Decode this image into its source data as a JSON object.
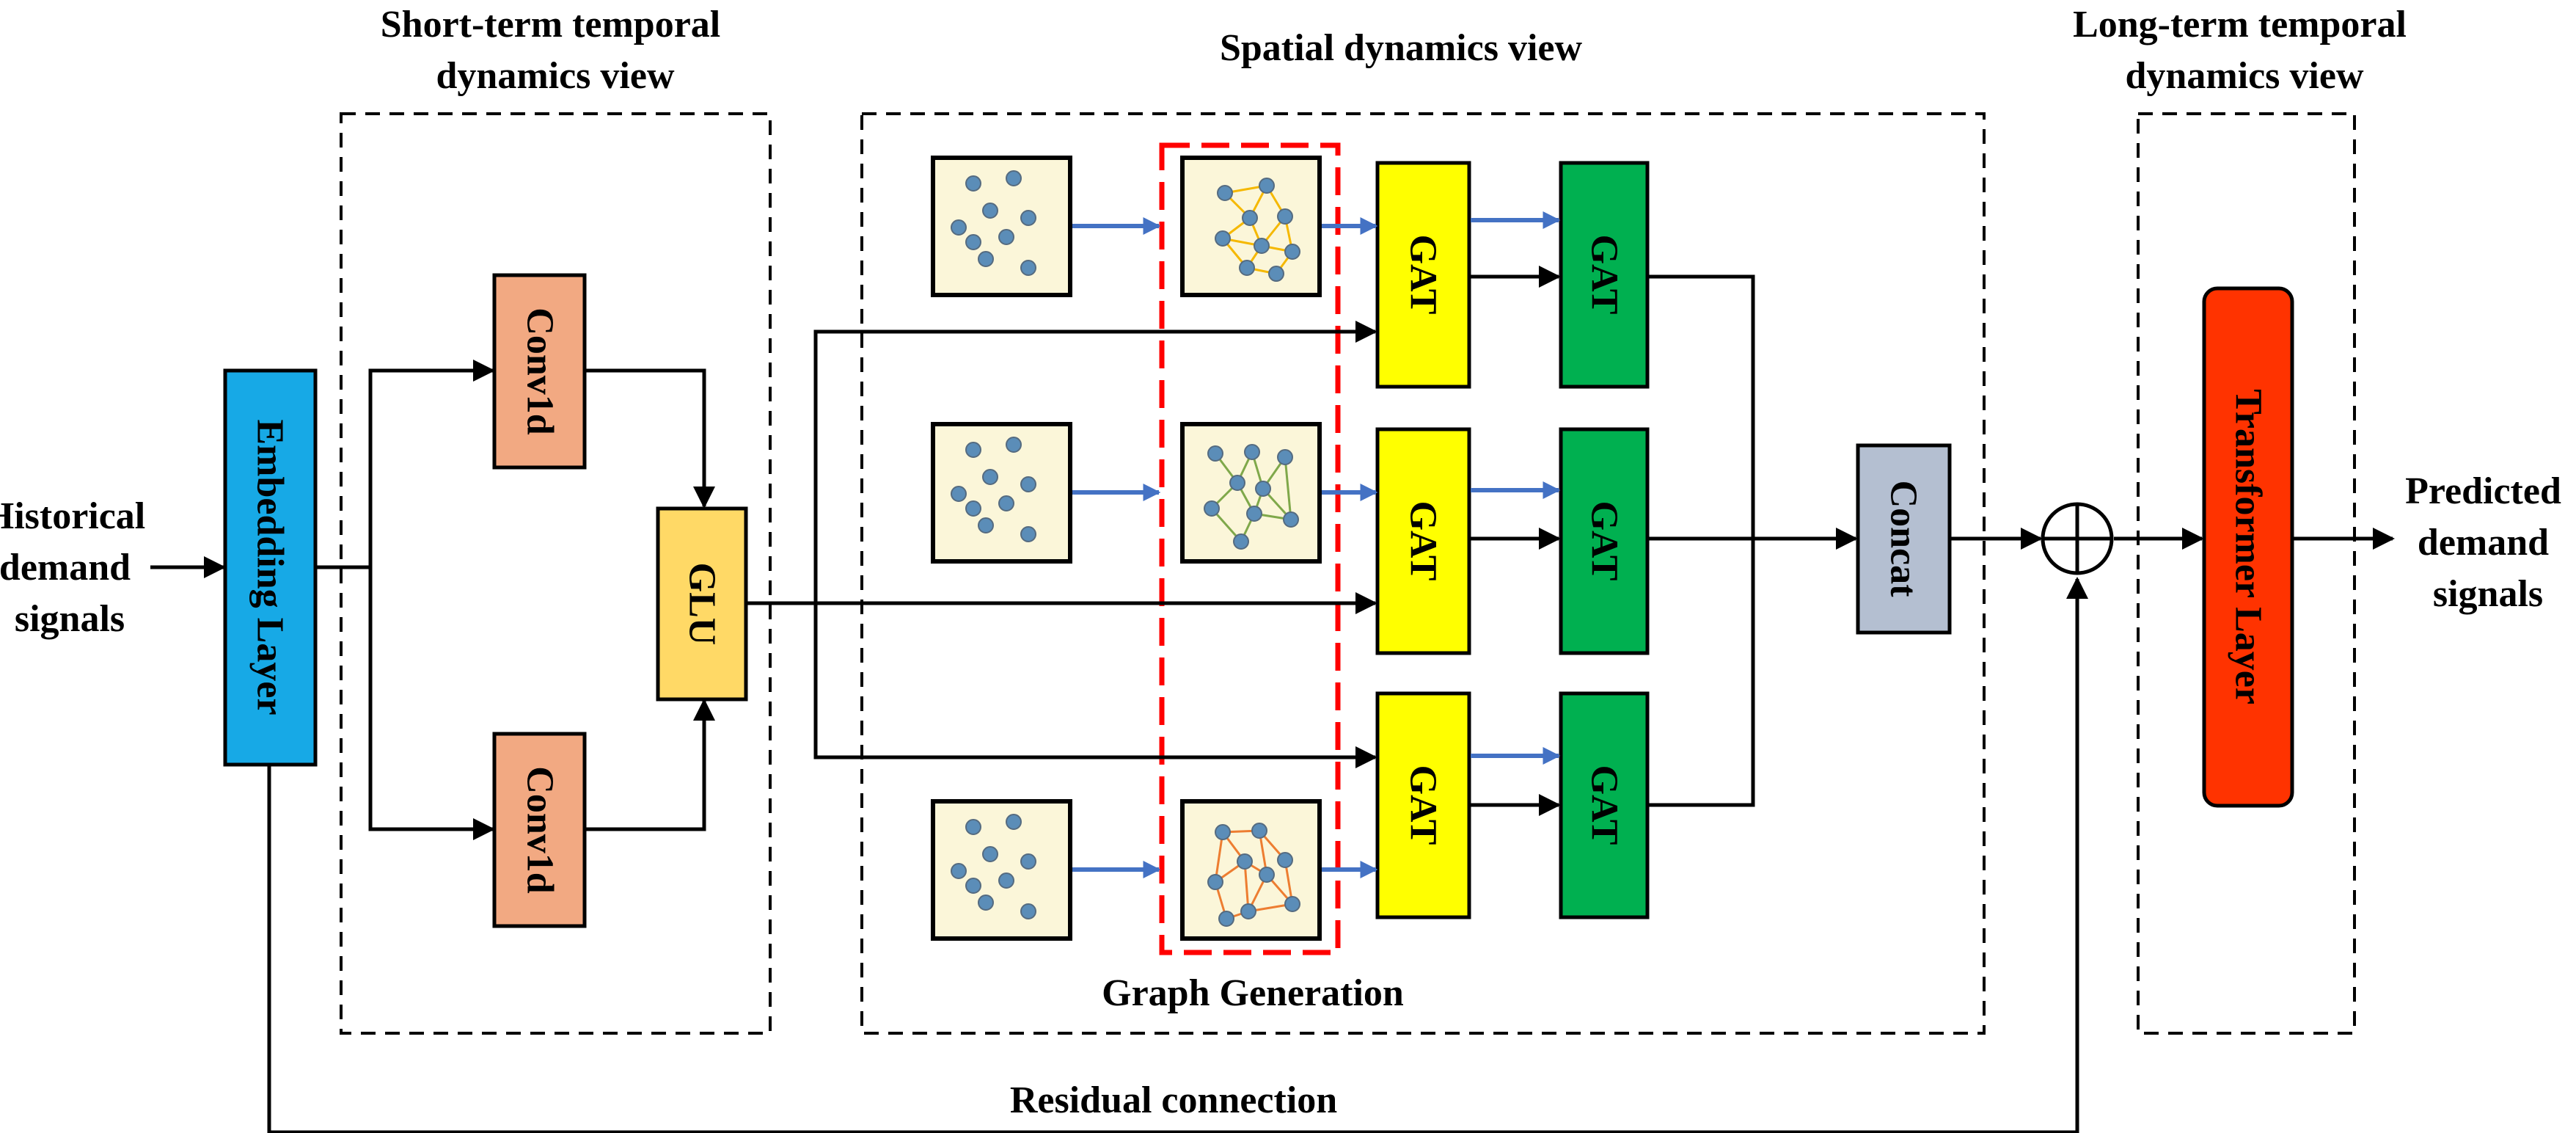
{
  "input_label": [
    "Historical",
    "demand",
    "signals"
  ],
  "output_label": [
    "Predicted",
    "demand",
    "signals"
  ],
  "views": {
    "short_term": [
      "Short-term temporal",
      "dynamics view"
    ],
    "spatial": "Spatial dynamics view",
    "long_term": [
      "Long-term temporal",
      "dynamics view"
    ]
  },
  "blocks": {
    "embedding": "Embedding Layer",
    "conv_top": "Conv1d",
    "conv_bottom": "Conv1d",
    "glu": "GLU",
    "gat": "GAT",
    "concat": "Concat",
    "transformer": "Transformer Layer"
  },
  "graph_generation_label": "Graph Generation",
  "residual_label": "Residual connection",
  "colors": {
    "embedding": "#17a9e6",
    "conv": "#f2a982",
    "glu": "#ffd966",
    "gat_first": "#ffff00",
    "gat_second": "#00b050",
    "concat": "#b4bfd1",
    "transformer": "#ff3300",
    "graph_bg": "#fbf6d9",
    "node": "#5b8db8",
    "blue_arrow": "#4472c4",
    "graph_generation_border": "#ff0000",
    "edges_top": "#f5b800",
    "edges_middle": "#7fa84a",
    "edges_bottom": "#ed7d31"
  }
}
